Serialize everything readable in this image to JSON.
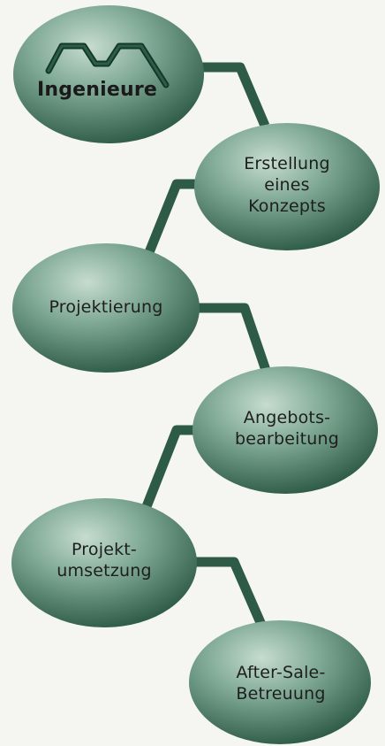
{
  "diagram": {
    "header": {
      "label": "Ingenieure"
    },
    "steps": [
      {
        "label": "Erstellung\neines\nKonzepts"
      },
      {
        "label": "Projektierung"
      },
      {
        "label": "Angebots-\nbearbeitung"
      },
      {
        "label": "Projekt-\numsetzung"
      },
      {
        "label": "After-Sale-\nBetreuung"
      }
    ]
  },
  "colors": {
    "ellipse_light": "#c6dccf",
    "ellipse_mid": "#6f9c86",
    "ellipse_dark": "#2f5c47",
    "connector": "#2d5b46",
    "background": "#f5f5f2"
  },
  "icons": {
    "header_logo": "green-trapezoid-wave-icon"
  }
}
